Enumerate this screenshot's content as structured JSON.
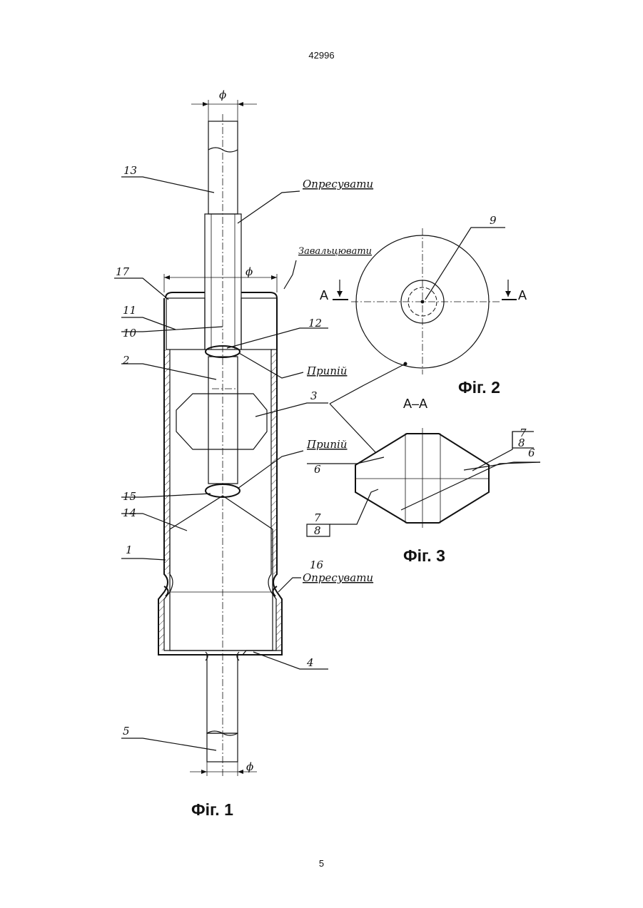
{
  "page": {
    "header": "42996",
    "footer": "5"
  },
  "figures": {
    "fig1": "Фіг. 1",
    "fig2": "Фіг. 2",
    "fig3": "Фіг. 3",
    "section_mark": "А",
    "section_title": "А–А",
    "diameter": "ϕ"
  },
  "notes": {
    "press_top": "Опресувати",
    "flare": "Завальцювати",
    "solder_top": "Припій",
    "solder_bottom": "Припій",
    "press_bottom": "Опресувати"
  },
  "callouts": {
    "n1": "1",
    "n2": "2",
    "n3": "3",
    "n4": "4",
    "n5": "5",
    "n6a": "6",
    "n6b": "6",
    "n7a": "7",
    "n8a": "8",
    "n7b": "7",
    "n8b": "8",
    "n9": "9",
    "n10": "10",
    "n11": "11",
    "n12": "12",
    "n13": "13",
    "n14": "14",
    "n15": "15",
    "n16": "16",
    "n17": "17"
  }
}
